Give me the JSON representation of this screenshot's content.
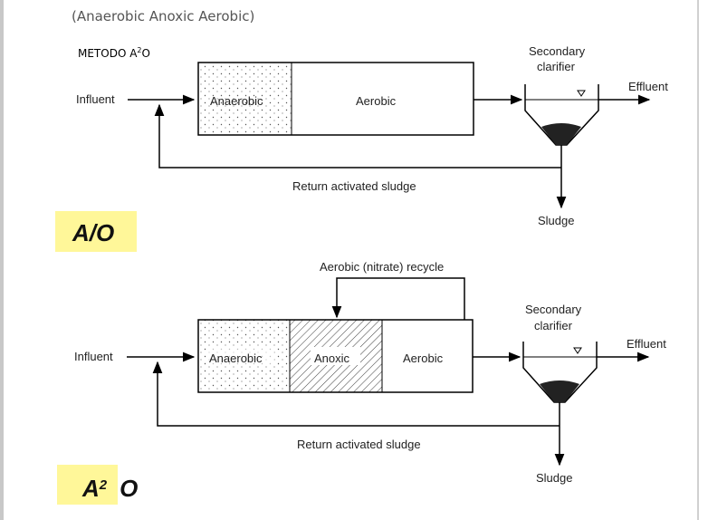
{
  "header": {
    "subtitle": "(Anaerobic Anoxic Aerobic)",
    "method_prefix": "METODO A",
    "method_sup": "2",
    "method_suffix": "O"
  },
  "ao_diagram": {
    "influent": "Influent",
    "tank_anaerobic": "Anaerobic",
    "tank_aerobic": "Aerobic",
    "clarifier_line1": "Secondary",
    "clarifier_line2": "clarifier",
    "effluent": "Effluent",
    "return_sludge": "Return activated sludge",
    "sludge": "Sludge",
    "badge": "A/O"
  },
  "a2o_diagram": {
    "recycle": "Aerobic (nitrate) recycle",
    "influent": "Influent",
    "tank_anaerobic": "Anaerobic",
    "tank_anoxic": "Anoxic",
    "tank_aerobic": "Aerobic",
    "clarifier_line1": "Secondary",
    "clarifier_line2": "clarifier",
    "effluent": "Effluent",
    "return_sludge": "Return activated sludge",
    "sludge": "Sludge",
    "badge_prefix": "A",
    "badge_sup": "2",
    "badge_suffix": "O"
  }
}
